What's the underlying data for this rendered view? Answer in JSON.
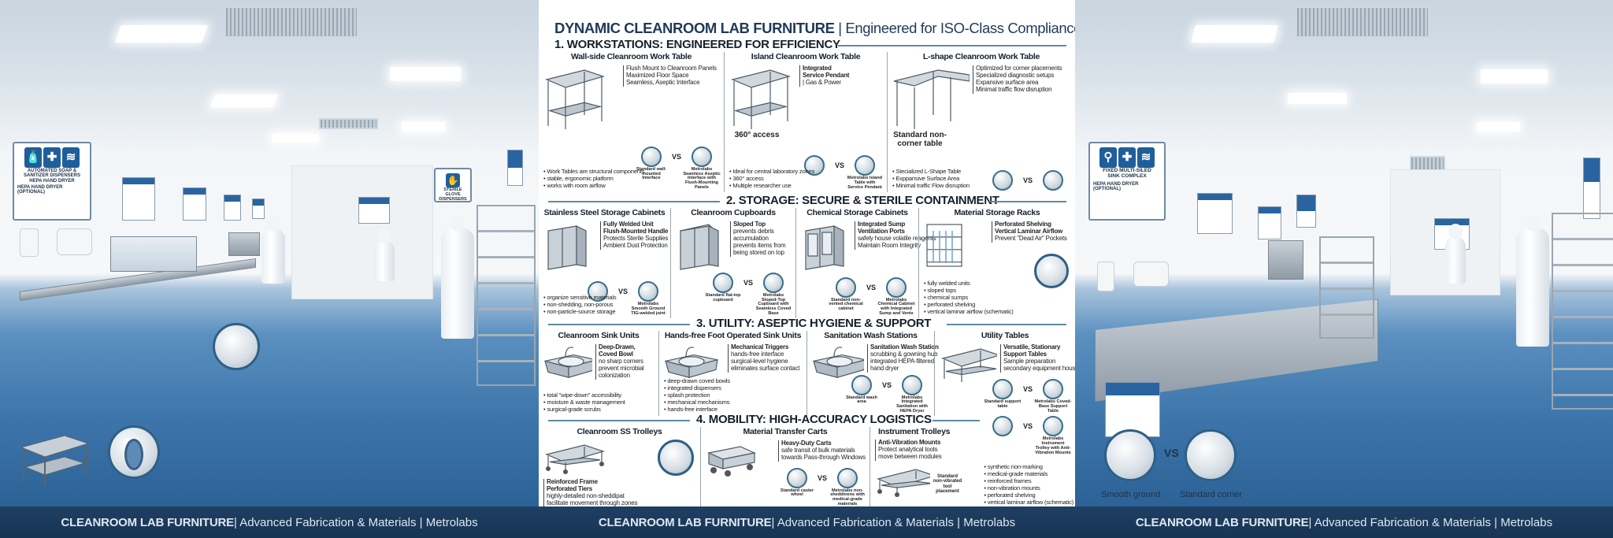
{
  "left_panel": {
    "sign_main": {
      "line1": "AUTOMATED SOAP &",
      "line2": "SANITIZER DISPENSERS",
      "dryer": "HEPA HAND DRYER",
      "optional": "HEPA HAND DRYER (OPTIONAL)"
    },
    "sign_glove": "STERILE GLOVE DISPENSERS"
  },
  "right_panel": {
    "sign_main": {
      "line1": "FIXED MULTI-SILED",
      "line2": "SINK COMPLEX",
      "optional": "HEPA HAND DRYER (OPTIONAL)"
    },
    "compare": {
      "left": "Smooth ground",
      "vs": "VS",
      "right": "Standard corner"
    }
  },
  "footer": {
    "brand": "CLEANROOM LAB FURNITURE",
    "rest": " | Advanced Fabrication & Materials | Metrolabs"
  },
  "center": {
    "title": {
      "bold": "DYNAMIC CLEANROOM LAB FURNITURE",
      "rest": " | Engineered for ISO-Class Compliance"
    },
    "vs": "VS",
    "sections": [
      {
        "heading": "1. WORKSTATIONS: ENGINEERED FOR EFFICIENCY",
        "columns": [
          {
            "title": "Wall-side Cleanroom Work Table",
            "illustration": "table-icon",
            "bold": [],
            "text": [
              "Flush Mount to Cleanroom Panels",
              "Maximized Floor Space",
              "Seamless, Aseptic Interface"
            ],
            "compare": [
              "Standard wall-mounted Interface",
              "Metrolabs Seamless Aseptic Interface with Flush-Mounting Panels"
            ],
            "bullets": [
              "Work Tables are structural components",
              "stable, ergonomic platform",
              "works with room airflow"
            ]
          },
          {
            "title": "Island Cleanroom Work Table",
            "illustration": "island-table-icon",
            "bold": [
              "Integrated",
              "Service Pendant"
            ],
            "text": [
              "| Gas & Power"
            ],
            "label": "360° access",
            "compare": [
              "",
              "Metrolabs Island Table with Service Pendant"
            ],
            "bullets": [
              "Ideal for central laboratory zones",
              "360° access",
              "Multiple researcher use"
            ]
          },
          {
            "title": "L-shape Cleanroom Work Table",
            "illustration": "l-shape-table-icon",
            "bold": [],
            "text": [
              "Optimized for corner placements",
              "Specialized diagnostic setups",
              "Expansive surface area",
              "Minimal traffic flow disruption"
            ],
            "label": "Standard non-corner table",
            "compare": [
              "",
              ""
            ],
            "bullets": [
              "Stecialized L-Shape Table",
              "Exppansive Surface Area",
              "Minimal traffic Flow disruption"
            ]
          }
        ]
      },
      {
        "heading": "2. STORAGE: SECURE & STERILE CONTAINMENT",
        "columns": [
          {
            "title": "Stainless Steel Storage Cabinets",
            "illustration": "cabinet-icon",
            "bold": [
              "Fully Welded Unit",
              "Flush-Mounted Handle"
            ],
            "text": [
              "Protects Sterile Supplies",
              "Ambient Dust Protection"
            ],
            "compare": [
              "",
              "Metrolabs Smooth Ground TIG-welded joint"
            ],
            "bullets": [
              "organize sensitive materials",
              "non-shedding, non-porous",
              "non-particle-source storage"
            ]
          },
          {
            "title": "Cleanroom Cupboards",
            "illustration": "cupboard-icon",
            "bold": [
              "Sloped Top"
            ],
            "text": [
              "prevents debris",
              "accumulation",
              "prevents items from",
              "being stored on top"
            ],
            "compare": [
              "Standard flat-top cupboard",
              "Metrolabs Sloped-Top Cupboard with Seamless Coved Base"
            ],
            "bullets": []
          },
          {
            "title": "Chemical Storage Cabinets",
            "illustration": "chemical-cabinet-icon",
            "bold": [
              "Integrated Sump",
              "Ventilation Ports"
            ],
            "text": [
              "safely house volatile reagents",
              "Maintain Room Integrity"
            ],
            "compare": [
              "Standard non-vented chemical cabinet",
              "Metrolabs Chemical Cabinet with Integrated Sump and Vents"
            ],
            "bullets": []
          },
          {
            "title": "Material Storage Racks",
            "illustration": "rack-icon",
            "bold": [
              "Perforated Shelving",
              "Vertical Laminar Airflow"
            ],
            "text": [
              "Prevent \"Dead Air\" Pockets"
            ],
            "bullets": [
              "fully welded units",
              "sloped tops",
              "chemical sumps",
              "perforated shelving",
              "vertical laminar airflow (schematic)"
            ]
          }
        ]
      },
      {
        "heading": "3. UTILITY: ASEPTIC HYGIENE & SUPPORT",
        "columns": [
          {
            "title": "Cleanroom Sink Units",
            "illustration": "sink-icon",
            "bold": [
              "Deep-Drawn,",
              "Coved Bowl"
            ],
            "text": [
              "no sharp corners",
              "prevent microbial",
              "colonization"
            ],
            "bullets": [
              "total \"wipe-down\" accessibility",
              "moisture & waste management",
              "surgical-grade scrubs"
            ]
          },
          {
            "title": "Hands-free Foot Operated Sink Units",
            "illustration": "foot-sink-icon",
            "bold": [
              "Mechanical Triggers"
            ],
            "text": [
              "hands-free interface",
              "surgical-level hygiene",
              "eliminates surface contact"
            ],
            "bullets": [
              "deep-drawn coved bowls",
              "integrated dispensers",
              "splash protection",
              "mechanical mechanisms",
              "hands-free interface"
            ]
          },
          {
            "title": "Sanitation Wash Stations",
            "illustration": "wash-station-icon",
            "bold": [
              "Sanitation Wash Station"
            ],
            "text": [
              "scrubbing & gowning hub",
              "integrated HEPA-filtered",
              "hand dryer"
            ],
            "compare": [
              "Standard wash area",
              "Metrolabs Integrated Sanitation with HEPA Dryer"
            ],
            "bullets": []
          },
          {
            "title": "Utility Tables",
            "illustration": "utility-table-icon",
            "bold": [
              "Versatile, Stationary",
              "Support Tables"
            ],
            "text": [
              "Sample preparation",
              "secondary equipment housing"
            ],
            "compare": [
              "Standard support table",
              "Metrolabs Coved-Base Support Table"
            ],
            "bullets": []
          }
        ]
      },
      {
        "heading": "4. MOBILITY: HIGH-ACCURACY LOGISTICS",
        "columns": [
          {
            "title": "Cleanroom SS Trolleys",
            "illustration": "trolley-icon",
            "bold": [
              "Reinforced Frame",
              "Perforated Tiers"
            ],
            "text": [
              "highly-detailed non-sheddipat",
              "facilitate movement through zones"
            ],
            "bullets": []
          },
          {
            "title": "Material Transfer Carts",
            "illustration": "transfer-cart-icon",
            "bold": [
              "Heavy-Duty Carts"
            ],
            "text": [
              "safe transit of bulk materials",
              "towards Pass-through Windows"
            ],
            "compare": [
              "Standard caster wheel",
              "Metrolabs non-sheddinens with medical-grade materials"
            ],
            "bullets": []
          },
          {
            "title": "Instrument Trolleys",
            "illustration": "instrument-trolley-icon",
            "bold": [
              "Anti-Vibration Mounts"
            ],
            "text": [
              "Protect analytical tools",
              "move between modules"
            ],
            "label": "Standard non-vibrated tool placement",
            "compare": [
              "",
              "Metrolabs Instrument Trolley with Anti-Vibration Mounts"
            ],
            "bullets": [
              "synthetic non-marking",
              "medical-grade materials",
              "reinforced frames",
              "non-vibration mounts",
              "perforated shelving",
              "vertical laminar airflow (schematic)"
            ]
          }
        ]
      }
    ]
  }
}
